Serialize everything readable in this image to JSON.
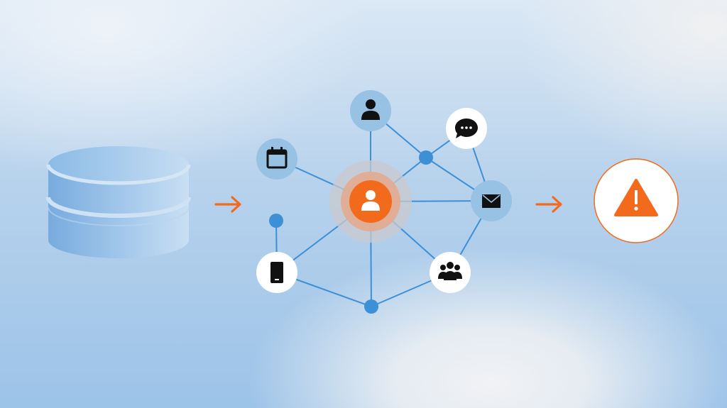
{
  "diagram": {
    "source": {
      "icon": "database-icon",
      "color": "#7fb0e0"
    },
    "arrows": [
      {
        "icon": "arrow-right-icon",
        "color": "#f26a1b"
      },
      {
        "icon": "arrow-right-icon",
        "color": "#f26a1b"
      }
    ],
    "network": {
      "center": {
        "icon": "user-icon",
        "fill": "#f26a1b"
      },
      "nodes": [
        {
          "id": "person",
          "icon": "user-icon",
          "style": "blue"
        },
        {
          "id": "calendar",
          "icon": "calendar-icon",
          "style": "blue"
        },
        {
          "id": "chat",
          "icon": "chat-icon",
          "style": "white"
        },
        {
          "id": "mail",
          "icon": "mail-icon",
          "style": "blue"
        },
        {
          "id": "phone",
          "icon": "phone-icon",
          "style": "white"
        },
        {
          "id": "group",
          "icon": "group-icon",
          "style": "white"
        }
      ],
      "junctions": 3,
      "line_color": "#3d8fd6"
    },
    "result": {
      "icon": "warning-icon",
      "fill": "#f26a1b"
    }
  },
  "colors": {
    "accent": "#f26a1b",
    "line": "#3d8fd6",
    "node_blue": "#98c2e3",
    "node_white": "#ffffff",
    "icon": "#111111"
  }
}
